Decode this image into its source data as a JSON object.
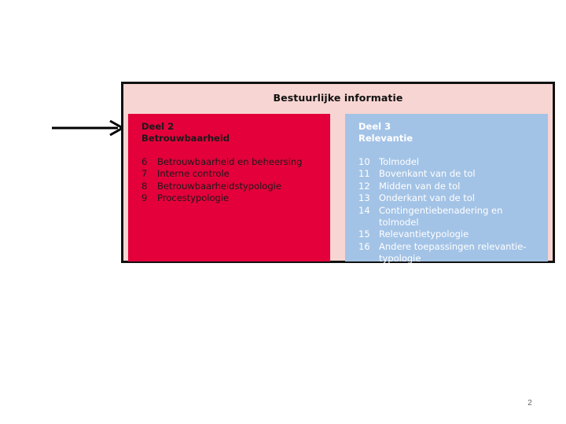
{
  "figure": {
    "title": "Bestuurlijke informatie",
    "left_panel": {
      "heading_line1": "Deel 2",
      "heading_line2": "Betrouwbaarheid",
      "chapters": [
        {
          "num": "6",
          "title": "Betrouwbaarheid en beheersing"
        },
        {
          "num": "7",
          "title": "Interne controle"
        },
        {
          "num": "8",
          "title": "Betrouwbaarheidstypologie"
        },
        {
          "num": "9",
          "title": "Procestypologie"
        }
      ]
    },
    "right_panel": {
      "heading_line1": "Deel 3",
      "heading_line2": "Relevantie",
      "chapters": [
        {
          "num": "10",
          "title": "Tolmodel"
        },
        {
          "num": "11",
          "title": "Bovenkant van de tol"
        },
        {
          "num": "12",
          "title": "Midden van de tol"
        },
        {
          "num": "13",
          "title": "Onderkant van de tol"
        },
        {
          "num": "14",
          "title": "Contingentiebenadering en tolmodel"
        },
        {
          "num": "15",
          "title": "Relevantietypologie"
        },
        {
          "num": "16",
          "title": "Andere toepassingen relevantie-typologie"
        }
      ]
    },
    "colors": {
      "frame_background": "#f7d5d2",
      "left_panel": "#e4003b",
      "right_panel": "#a3c3e6"
    }
  },
  "arrow": {
    "icon": "right-arrow-icon",
    "points_to": "Deel 2 Betrouwbaarheid"
  },
  "page_number": "2"
}
